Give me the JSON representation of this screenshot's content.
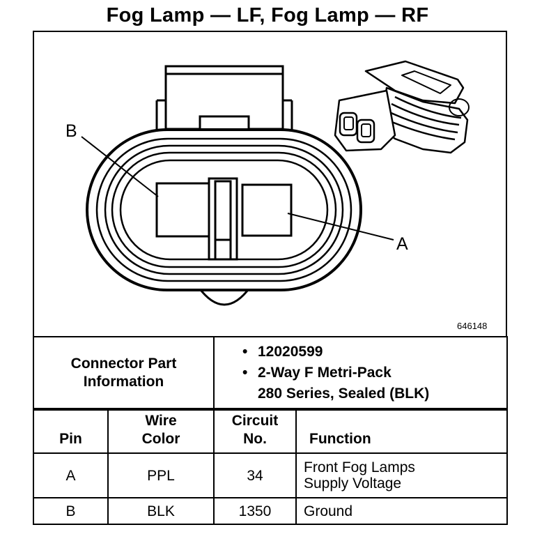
{
  "title": "Fog Lamp — LF, Fog Lamp — RF",
  "diagram": {
    "label_b": "B",
    "label_a": "A",
    "figure_id": "646148"
  },
  "connector": {
    "label": "Connector Part Information",
    "part_number": "12020599",
    "description_line1": "2-Way F Metri-Pack",
    "description_line2": "280 Series, Sealed (BLK)",
    "bullet": "•"
  },
  "pin_table": {
    "headers": {
      "pin": "Pin",
      "wire_color_line1": "Wire",
      "wire_color_line2": "Color",
      "circuit_line1": "Circuit",
      "circuit_line2": "No.",
      "function": "Function"
    },
    "rows": [
      {
        "pin": "A",
        "wire_color": "PPL",
        "circuit": "34",
        "function_line1": "Front Fog Lamps",
        "function_line2": "Supply Voltage"
      },
      {
        "pin": "B",
        "wire_color": "BLK",
        "circuit": "1350",
        "function_line1": "Ground",
        "function_line2": ""
      }
    ]
  }
}
